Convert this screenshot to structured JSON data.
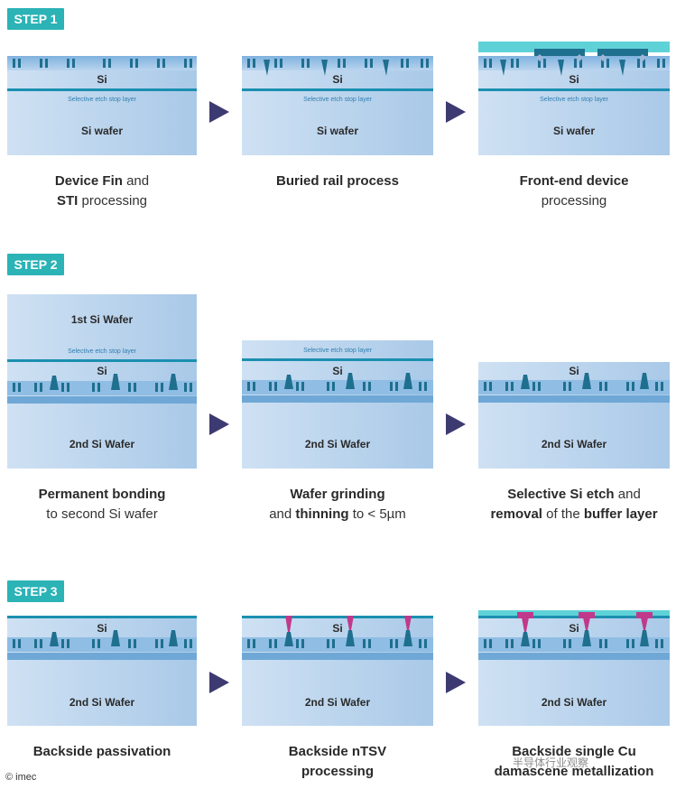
{
  "steps": [
    {
      "badge": "STEP 1",
      "panels": [
        {
          "labels": [
            "Si",
            "Selective etch stop layer",
            "Si wafer"
          ],
          "caption": [
            [
              [
                "Device Fin",
                true
              ],
              [
                " and",
                false
              ]
            ],
            [
              [
                "STI",
                true
              ],
              [
                " processing",
                false
              ]
            ]
          ]
        },
        {
          "labels": [
            "Si",
            "Selective etch stop layer",
            "Si wafer"
          ],
          "caption": [
            [
              [
                "Buried rail process",
                true
              ]
            ]
          ]
        },
        {
          "labels": [
            "Si",
            "Selective etch stop layer",
            "Si wafer"
          ],
          "caption": [
            [
              [
                "Front-end device",
                true
              ]
            ],
            [
              [
                "processing",
                false
              ]
            ]
          ]
        }
      ]
    },
    {
      "badge": "STEP 2",
      "panels": [
        {
          "labels": [
            "1st Si Wafer",
            "Selective etch stop layer",
            "Si",
            "2nd Si Wafer"
          ],
          "caption": [
            [
              [
                "Permanent bonding",
                true
              ]
            ],
            [
              [
                "to second Si wafer",
                false
              ]
            ]
          ]
        },
        {
          "labels": [
            "Selective etch stop layer",
            "Si",
            "2nd Si Wafer"
          ],
          "caption": [
            [
              [
                "Wafer grinding",
                true
              ]
            ],
            [
              [
                "and ",
                false
              ],
              [
                "thinning",
                true
              ],
              [
                " to < 5µm",
                false
              ]
            ]
          ]
        },
        {
          "labels": [
            "Si",
            "2nd Si Wafer"
          ],
          "caption": [
            [
              [
                "Selective Si etch",
                true
              ],
              [
                " and",
                false
              ]
            ],
            [
              [
                "removal",
                true
              ],
              [
                " of the ",
                false
              ],
              [
                "buffer layer",
                true
              ]
            ]
          ]
        }
      ]
    },
    {
      "badge": "STEP 3",
      "panels": [
        {
          "labels": [
            "Si",
            "2nd Si Wafer"
          ],
          "caption": [
            [
              [
                "Backside passivation",
                true
              ]
            ]
          ]
        },
        {
          "labels": [
            "Si",
            "2nd Si Wafer"
          ],
          "caption": [
            [
              [
                "Backside nTSV",
                true
              ]
            ],
            [
              [
                "processing",
                true
              ]
            ]
          ]
        },
        {
          "labels": [
            "Si",
            "2nd Si Wafer"
          ],
          "caption": [
            [
              [
                "Backside single Cu",
                true
              ]
            ],
            [
              [
                "damascene metallization",
                true
              ]
            ]
          ]
        }
      ]
    }
  ],
  "credit": "© imec",
  "watermark": "半导体行业观察",
  "colors": {
    "badge": "#2bb3b6",
    "arrow": "#3d3a72",
    "wafer": "#a9c9e8",
    "layer": "#1b8fb0",
    "fin": "#1f6f8f",
    "contact": "#c0398a",
    "gate": "#2b9aa0",
    "cyan": "#5fd2d8"
  }
}
